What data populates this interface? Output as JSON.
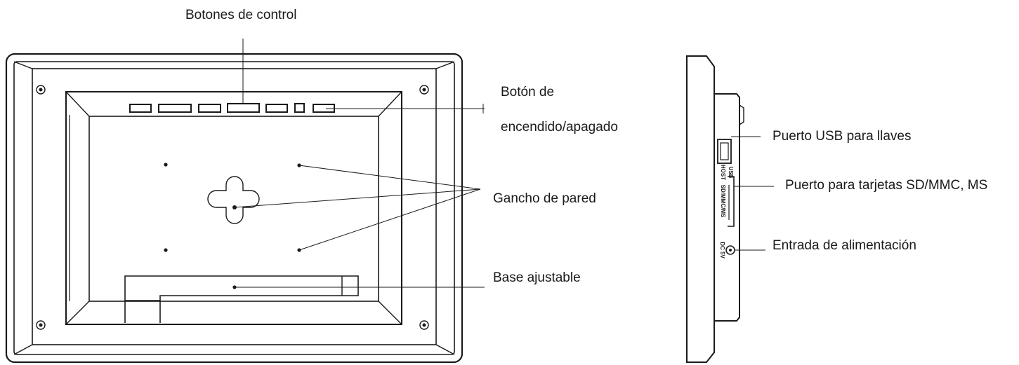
{
  "labels": {
    "control_buttons": "Botones de control",
    "power_button_line1": "Botón de",
    "power_button_line2": "encendido/apagado",
    "wall_hook": "Gancho de pared",
    "adjustable_stand": "Base ajustable",
    "usb_port": "Puerto USB para llaves",
    "card_port": "Puerto para tarjetas SD/MMC, MS",
    "power_input": "Entrada de alimentación"
  },
  "port_markings": {
    "usb_line1": "USB",
    "usb_line2": "HOST",
    "card_slot": "SD/MMC/MS",
    "dc_input": "DC 5V"
  },
  "colors": {
    "line": "#1a1a1a",
    "background": "#ffffff"
  }
}
